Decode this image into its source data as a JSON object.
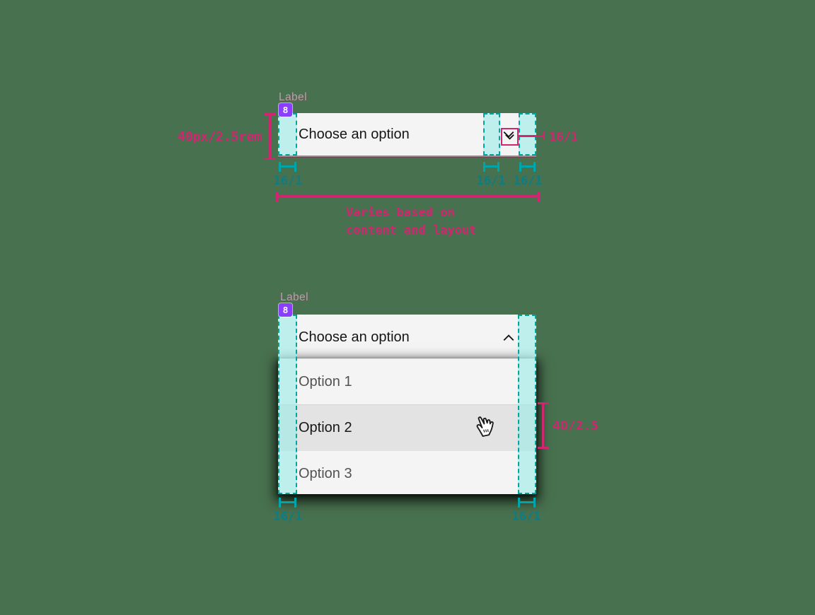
{
  "colors": {
    "background": "#48714F",
    "field_bg": "#F4F4F4",
    "selected_row_bg": "#E3E3E3",
    "text_primary": "#161616",
    "text_secondary": "#525252",
    "label_gray": "#A8A8A8",
    "field_bottom_border": "#8D8D8D",
    "spacing_fill_cyan": "#C9EFEC",
    "teal_marker": "#00A4AB",
    "teal_text": "#0C7D85",
    "annotation_pink": "#D02670",
    "badge_purple": "#8A3FFC"
  },
  "icons": {
    "closed_field": "chevron-down-icon",
    "open_field": "chevron-up-icon",
    "pointer": "hand-cursor-icon"
  },
  "closed_select": {
    "label": "Label",
    "badge": "8",
    "value": "Choose an option",
    "height_annotation": "40px/2.5rem",
    "icon_size_annotation": "16/1",
    "padding_left_annotation": "16/1",
    "icon_gap_annotation": "16/1",
    "padding_right_annotation": "16/1",
    "width_annotation_line1": "Varies based on",
    "width_annotation_line2": "content and layout"
  },
  "open_select": {
    "label": "Label",
    "badge": "8",
    "value": "Choose an option",
    "options": [
      "Option 1",
      "Option 2",
      "Option 3"
    ],
    "hovered_option": "Option 2",
    "row_height_annotation": "40/2.5",
    "padding_left_annotation": "16/1",
    "padding_right_annotation": "16/1"
  }
}
